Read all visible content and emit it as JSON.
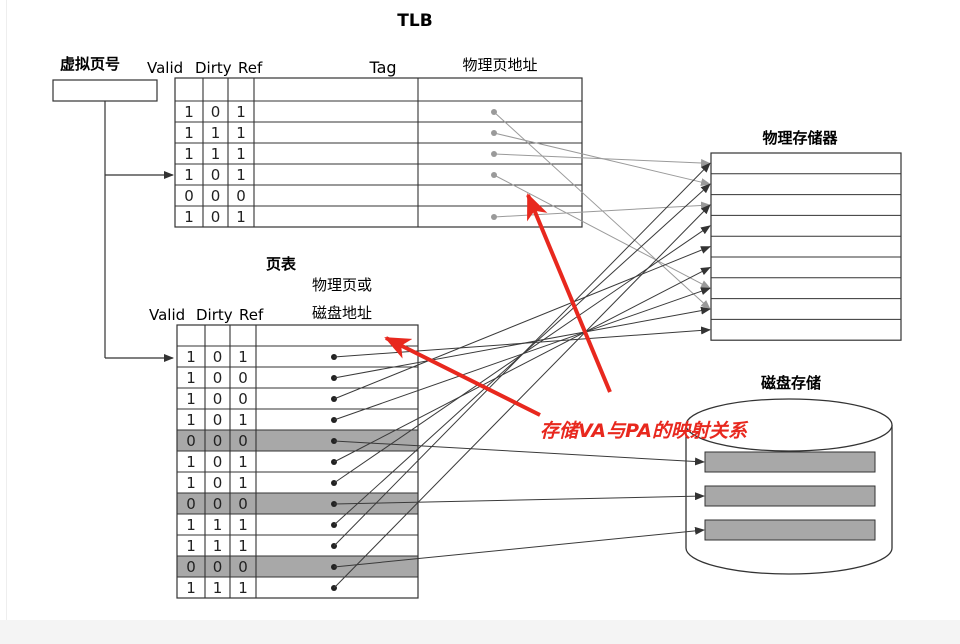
{
  "tlb": {
    "title": "TLB",
    "vpn_label": "虚拟页号",
    "col_valid": "Valid",
    "col_dirty": "Dirty",
    "col_ref": "Ref",
    "col_tag": "Tag",
    "col_ppn": "物理页地址",
    "rows": [
      [
        "1",
        "0",
        "1"
      ],
      [
        "1",
        "1",
        "1"
      ],
      [
        "1",
        "1",
        "1"
      ],
      [
        "1",
        "0",
        "1"
      ],
      [
        "0",
        "0",
        "0"
      ],
      [
        "1",
        "0",
        "1"
      ]
    ],
    "row_has_dot": [
      true,
      true,
      true,
      true,
      false,
      true
    ]
  },
  "page_table": {
    "title": "页表",
    "col_valid": "Valid",
    "col_dirty": "Dirty",
    "col_ref": "Ref",
    "col_addr_line1": "物理页或",
    "col_addr_line2": "磁盘地址",
    "rows": [
      [
        "1",
        "0",
        "1"
      ],
      [
        "1",
        "0",
        "0"
      ],
      [
        "1",
        "0",
        "0"
      ],
      [
        "1",
        "0",
        "1"
      ],
      [
        "0",
        "0",
        "0"
      ],
      [
        "1",
        "0",
        "1"
      ],
      [
        "1",
        "0",
        "1"
      ],
      [
        "0",
        "0",
        "0"
      ],
      [
        "1",
        "1",
        "1"
      ],
      [
        "1",
        "1",
        "1"
      ],
      [
        "0",
        "0",
        "0"
      ],
      [
        "1",
        "1",
        "1"
      ]
    ],
    "shaded_rows": [
      4,
      7,
      10
    ]
  },
  "physical_memory": {
    "title": "物理存储器"
  },
  "disk": {
    "title": "磁盘存储"
  },
  "annotation": {
    "text": "存储VA与PA的映射关系",
    "color": "#e8281e"
  },
  "colors": {
    "line": "#333333",
    "shade": "#a8a8a8",
    "tlb_arrow": "#9a9a9a"
  }
}
